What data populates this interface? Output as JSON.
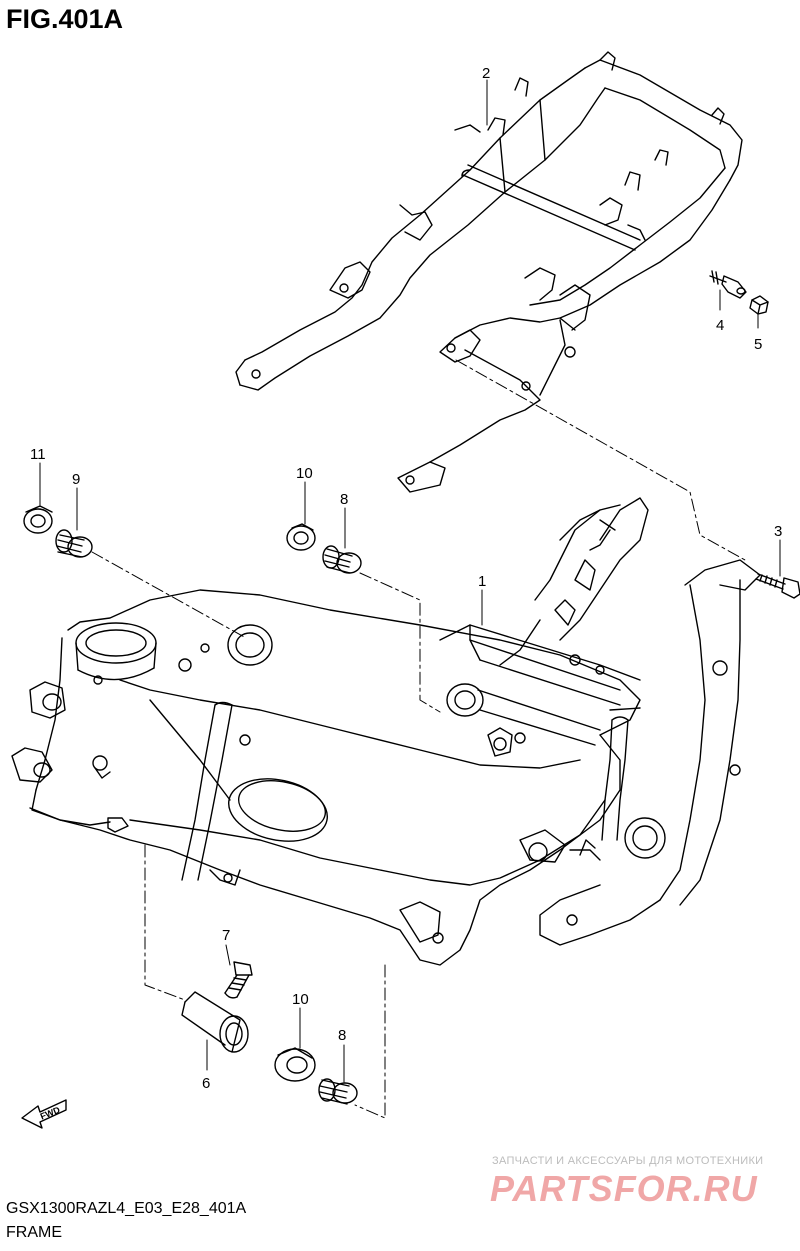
{
  "figure_title": "FIG.401A",
  "diagram_code": "GSX1300RAZL4_E03_E28_401A",
  "caption": "FRAME",
  "fwd_arrow_label": "FWD",
  "watermark": {
    "tagline": "ЗАПЧАСТИ И АКСЕССУАРЫ ДЛЯ МОТОТЕХНИКИ",
    "logo_text": "PARTSFOR.RU"
  },
  "callouts": [
    {
      "id": "c1",
      "number": "1"
    },
    {
      "id": "c2",
      "number": "2"
    },
    {
      "id": "c3",
      "number": "3"
    },
    {
      "id": "c4",
      "number": "4"
    },
    {
      "id": "c5",
      "number": "5"
    },
    {
      "id": "c6",
      "number": "6"
    },
    {
      "id": "c7",
      "number": "7"
    },
    {
      "id": "c8a",
      "number": "8"
    },
    {
      "id": "c8b",
      "number": "8"
    },
    {
      "id": "c9",
      "number": "9"
    },
    {
      "id": "c10a",
      "number": "10"
    },
    {
      "id": "c10b",
      "number": "10"
    },
    {
      "id": "c11",
      "number": "11"
    }
  ]
}
